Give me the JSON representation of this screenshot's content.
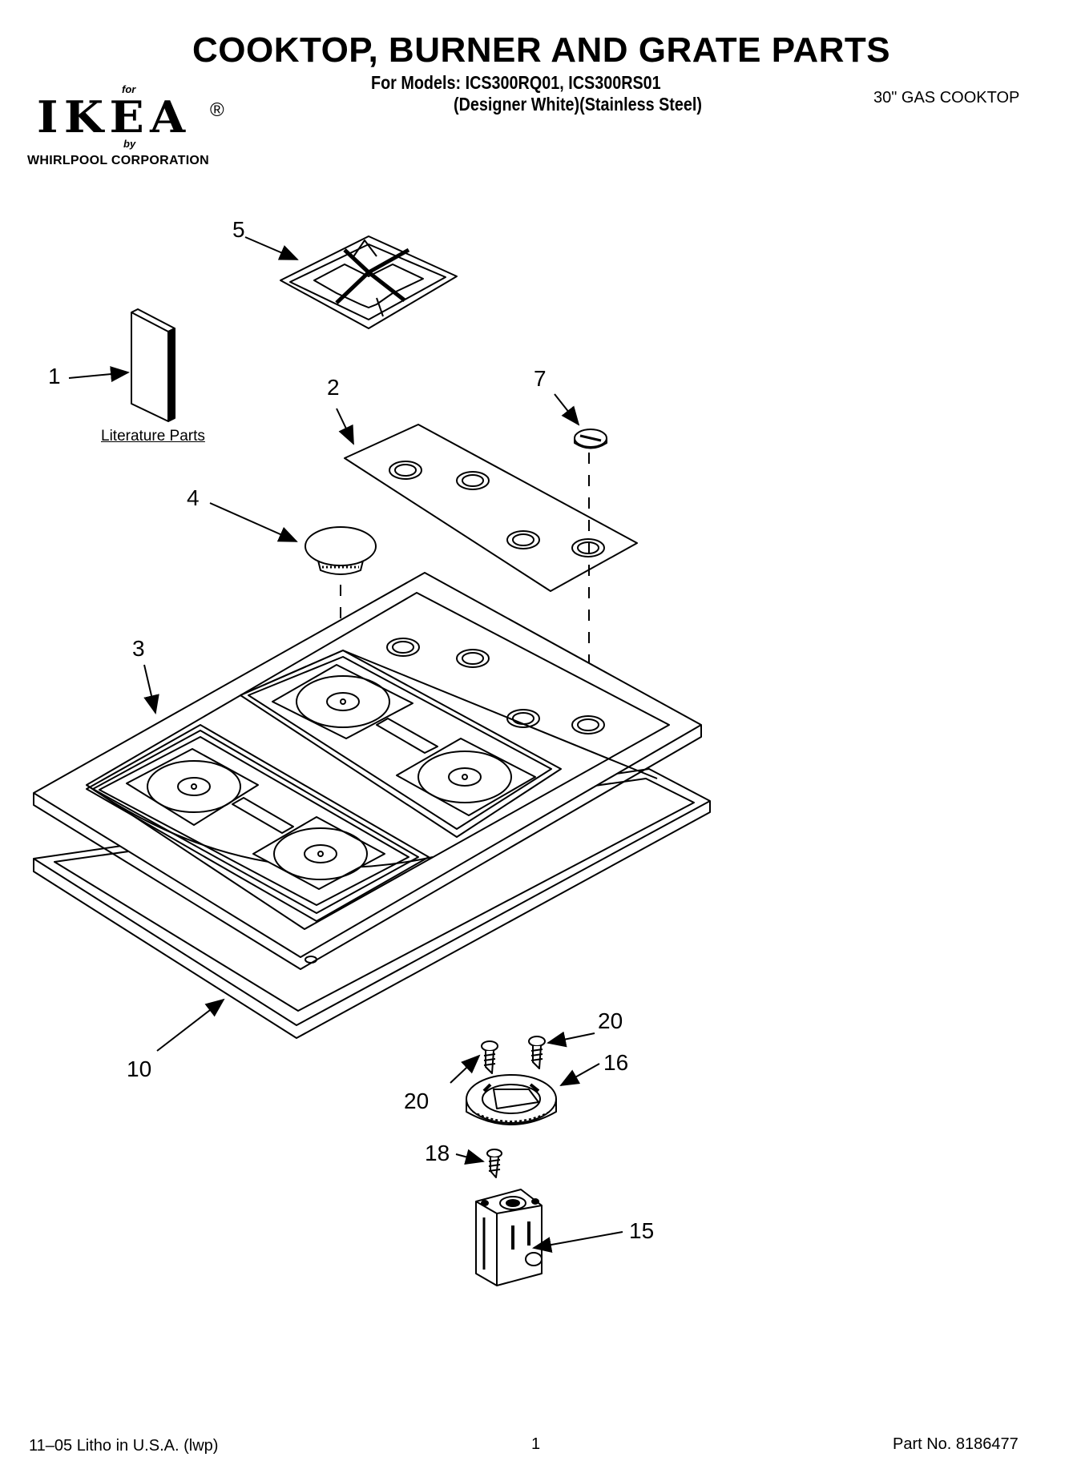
{
  "header": {
    "title": "COOKTOP, BURNER AND GRATE PARTS",
    "models": "For Models: ICS300RQ01, ICS300RS01",
    "variants": "(Designer White)(Stainless Steel)",
    "product": "30\" GAS COOKTOP"
  },
  "logo": {
    "for": "for",
    "brand": "IKEA",
    "registered": "®",
    "by": "by",
    "corporation": "WHIRLPOOL  CORPORATION"
  },
  "diagram": {
    "literature_label": "Literature Parts",
    "callouts": {
      "c1": "1",
      "c2": "2",
      "c3": "3",
      "c4": "4",
      "c5": "5",
      "c7": "7",
      "c10": "10",
      "c15": "15",
      "c16": "16",
      "c18": "18",
      "c20a": "20",
      "c20b": "20"
    }
  },
  "footer": {
    "print_info": "11–05 Litho in U.S.A. (lwp)",
    "page_number": "1",
    "part_number": "Part No. 8186477"
  }
}
